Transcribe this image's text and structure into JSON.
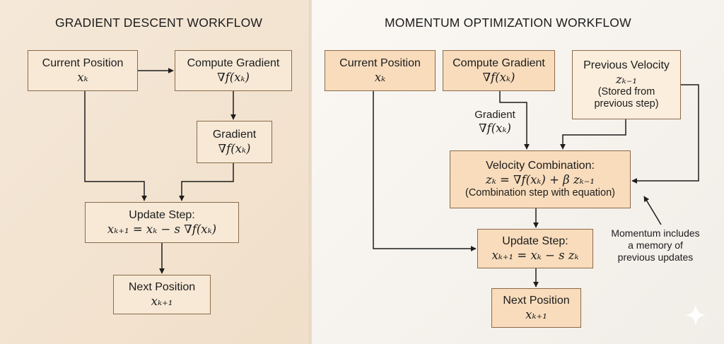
{
  "gd": {
    "title": "GRADIENT DESCENT WORKFLOW",
    "current": {
      "label": "Current Position",
      "math": "x_k",
      "math_display": "xₖ"
    },
    "compute": {
      "label": "Compute Gradient",
      "math": "\\nabla f(x_k)",
      "math_display": "∇f(xₖ)"
    },
    "gradient": {
      "label": "Gradient",
      "math": "\\nabla f(x_k)",
      "math_display": "∇f(xₖ)"
    },
    "update": {
      "label": "Update Step:",
      "math": "x_{k+1} = x_k - s\\nabla f(x_k)",
      "math_display": "xₖ₊₁ = xₖ − s ∇f(xₖ)"
    },
    "next": {
      "label": "Next Position",
      "math": "x_{k+1}",
      "math_display": "xₖ₊₁"
    }
  },
  "mom": {
    "title": "MOMENTUM OPTIMIZATION WORKFLOW",
    "current": {
      "label": "Current Position",
      "math": "x_k",
      "math_display": "xₖ"
    },
    "compute": {
      "label": "Compute Gradient",
      "math": "\\nabla f(x_k)",
      "math_display": "∇f(xₖ)"
    },
    "previous": {
      "label": "Previous Velocity",
      "math": "z_{k-1}",
      "math_display": "zₖ₋₁",
      "note1": "(Stored from",
      "note2": "previous step)"
    },
    "gradient_label": {
      "label": "Gradient",
      "math": "\\nabla f(x_k)",
      "math_display": "∇f(xₖ)"
    },
    "velocity": {
      "label": "Velocity Combination:",
      "math": "z_k = \\nabla f(x_k) + \\beta z_{k-1}",
      "math_display": "zₖ = ∇f(xₖ) + β zₖ₋₁",
      "note": "(Combination step with equation)"
    },
    "update": {
      "label": "Update Step:",
      "math": "x_{k+1} = x_k - s z_k",
      "math_display": "xₖ₊₁ = xₖ − s zₖ"
    },
    "next": {
      "label": "Next Position",
      "math": "x_{k+1}",
      "math_display": "xₖ₊₁"
    },
    "annotation": {
      "line1": "Momentum includes",
      "line2": "a memory of",
      "line3": "previous updates"
    }
  },
  "colors": {
    "box_border": "#8a6a4a",
    "left_box_fill": "#f7e9d6",
    "right_box_fill": "#f8dcbc",
    "left_panel_bg": "#f2e3cf",
    "right_panel_bg": "#f6f2ec",
    "arrow": "#1c1c1c"
  },
  "icons": {
    "corner": "sparkle-icon"
  }
}
